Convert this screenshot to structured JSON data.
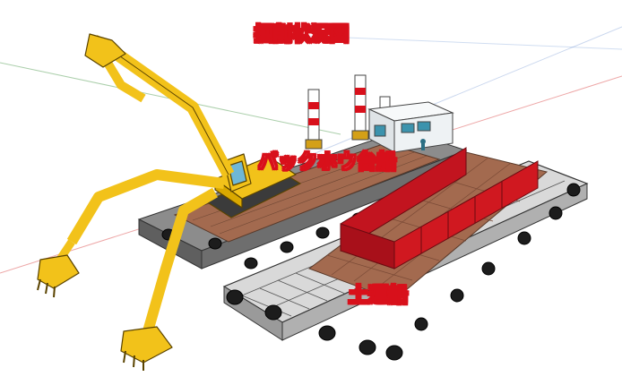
{
  "labels": {
    "title": "掘削状況図",
    "backhoe_barge": "バックホウ台船",
    "soil_barge": "土運船"
  },
  "colors": {
    "label_text": "#ffffff",
    "label_outline": "#d8101b",
    "excavator": "#f2c21a",
    "hull": "#7a7a7a",
    "deck": "#a36a4f",
    "hopper_wall": "#c2141f",
    "tire": "#1c1c1c",
    "cabin": "#eef2f4",
    "cabin_window": "#3c93ad"
  }
}
